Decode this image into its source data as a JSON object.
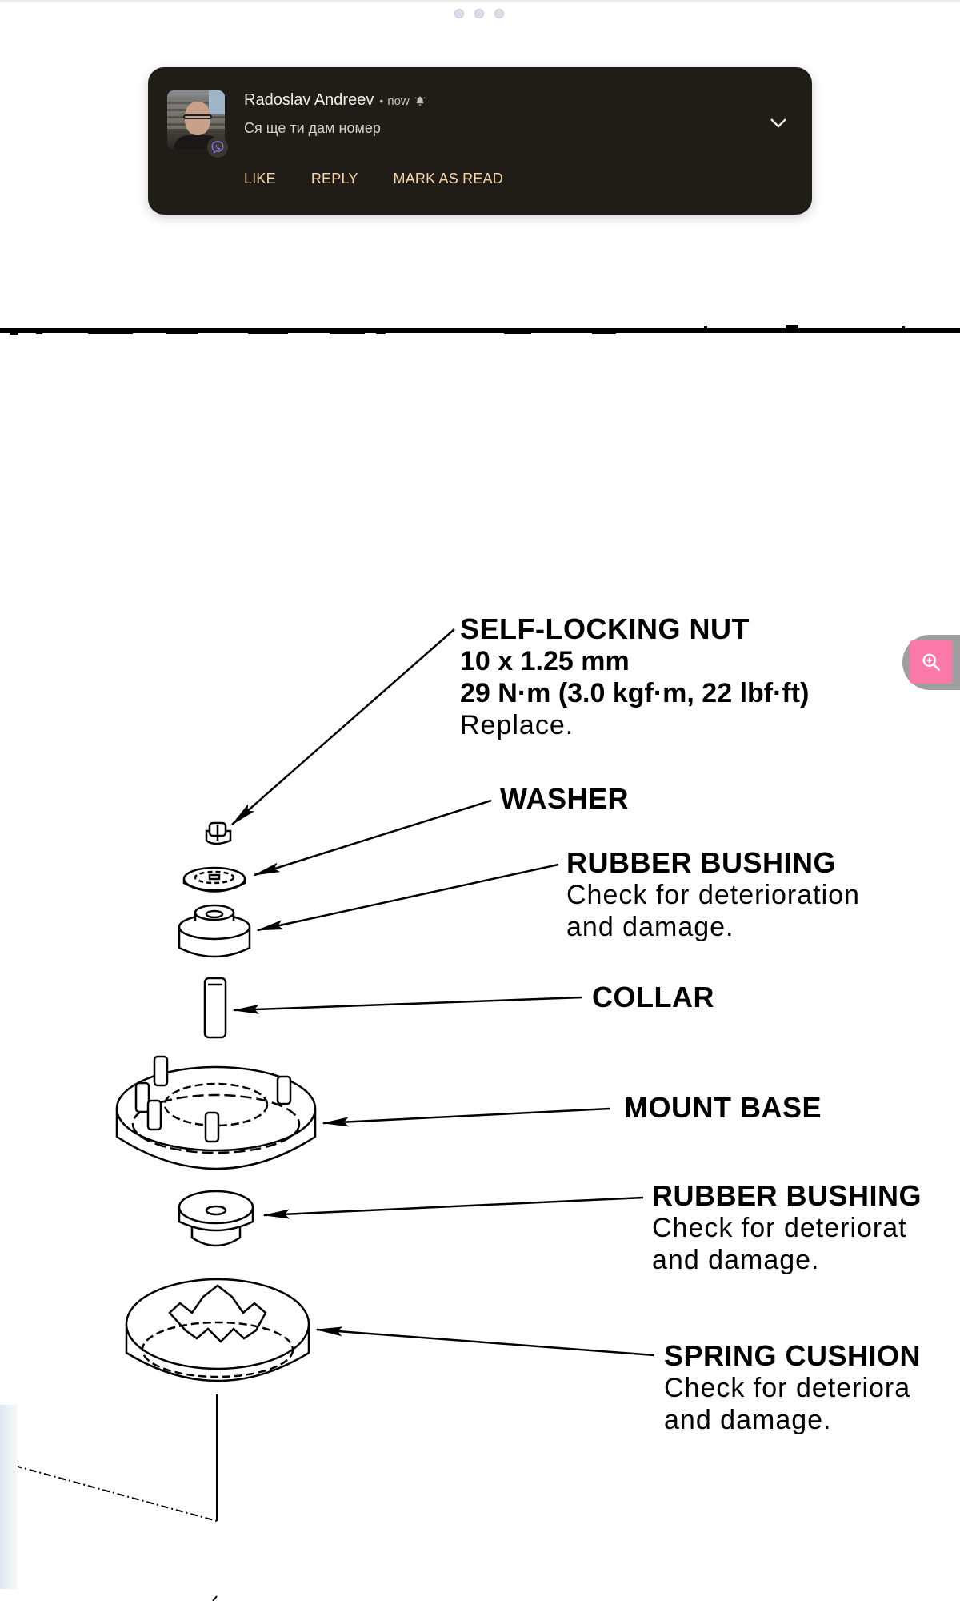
{
  "pager": {
    "dot_count": 3
  },
  "notification": {
    "sender": "Radoslav Andreev",
    "separator": "•",
    "time": "now",
    "message": "Ся ще ти дам номер",
    "app_badge_icon": "viber-icon",
    "alert_icon": "bell-icon",
    "expand_icon": "chevron-down-icon",
    "actions": [
      {
        "label": "LIKE"
      },
      {
        "label": "REPLY"
      },
      {
        "label": "MARK AS READ"
      }
    ],
    "colors": {
      "background": "#201d19",
      "action_text": "#f6d3a8",
      "badge": "#7d5fd6"
    }
  },
  "diagram": {
    "parts": [
      {
        "title": "SELF-LOCKING NUT",
        "lines_bold": [
          "10 x 1.25 mm",
          "29 N·m (3.0 kgf·m, 22 lbf·ft)"
        ],
        "lines": [
          "Replace."
        ]
      },
      {
        "title": "WASHER",
        "lines_bold": [],
        "lines": []
      },
      {
        "title": "RUBBER BUSHING",
        "lines_bold": [],
        "lines": [
          "Check for deterioration",
          "and damage."
        ]
      },
      {
        "title": "COLLAR",
        "lines_bold": [],
        "lines": []
      },
      {
        "title": "MOUNT BASE",
        "lines_bold": [],
        "lines": []
      },
      {
        "title": "RUBBER BUSHING",
        "lines_bold": [],
        "lines": [
          "Check for deteriorat",
          "and damage."
        ]
      },
      {
        "title": "SPRING CUSHION",
        "lines_bold": [],
        "lines": [
          "Check for deteriora",
          "and damage."
        ]
      }
    ]
  },
  "floating_tool": {
    "icon": "zoom-in-icon",
    "color": "#fb79a8"
  }
}
